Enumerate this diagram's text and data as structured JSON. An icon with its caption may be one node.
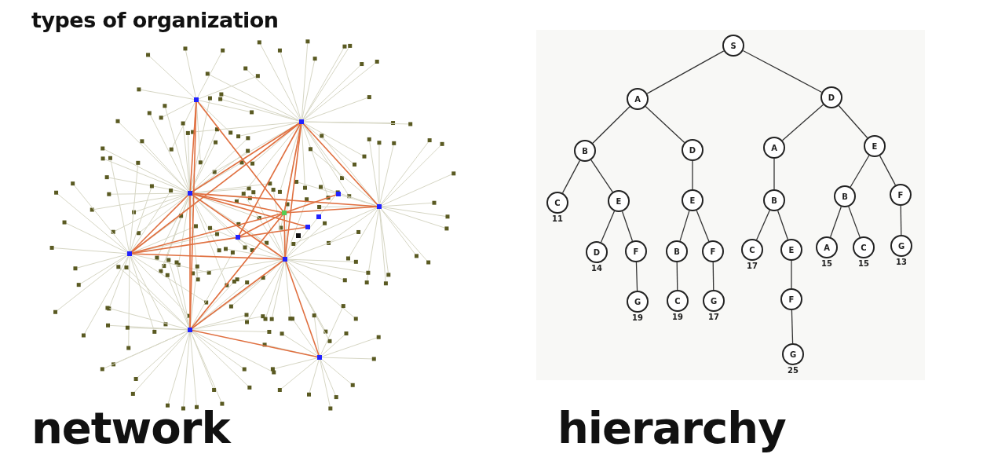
{
  "diagram": {
    "title": "types of organization",
    "nodes": [
      {
        "text": [
          "S"
        ]
      },
      {
        "text": [
          "A"
        ]
      },
      {
        "text": [
          "D"
        ]
      },
      {
        "text": [
          "B"
        ]
      },
      {
        "text": [
          "D"
        ]
      },
      {
        "text": [
          "A"
        ]
      },
      {
        "text": [
          "E"
        ]
      },
      {
        "text": [
          "C"
        ],
        "beside": [
          "11"
        ]
      },
      {
        "text": [
          "E"
        ]
      },
      {
        "text": [
          "E"
        ]
      },
      {
        "text": [
          "B"
        ]
      },
      {
        "text": [
          "B"
        ]
      },
      {
        "text": [
          "F"
        ]
      },
      {
        "text": [
          "D"
        ],
        "beside": [
          "14"
        ]
      },
      {
        "text": [
          "F"
        ]
      },
      {
        "text": [
          "B"
        ]
      },
      {
        "text": [
          "F"
        ]
      },
      {
        "text": [
          "C"
        ],
        "beside": [
          "17"
        ]
      },
      {
        "text": [
          "E"
        ]
      },
      {
        "text": [
          "A"
        ],
        "beside": [
          "15"
        ]
      },
      {
        "text": [
          "C"
        ],
        "beside": [
          "15"
        ]
      },
      {
        "text": [
          "G"
        ],
        "beside": [
          "13"
        ]
      },
      {
        "text": [
          "G"
        ],
        "beside": [
          "19"
        ]
      },
      {
        "text": [
          "C"
        ],
        "beside": [
          "19"
        ]
      },
      {
        "text": [
          "G"
        ],
        "beside": [
          "17"
        ]
      },
      {
        "text": [
          "F"
        ]
      },
      {
        "text": [
          "G"
        ],
        "beside": [
          "25"
        ]
      }
    ],
    "edges": [
      {
        "from": 0,
        "to": 1,
        "arrow": "none"
      },
      {
        "from": 0,
        "to": 2,
        "arrow": "none"
      },
      {
        "from": 1,
        "to": 3,
        "arrow": "none"
      },
      {
        "from": 1,
        "to": 4,
        "arrow": "none"
      },
      {
        "from": 3,
        "to": 7,
        "arrow": "none"
      },
      {
        "from": 3,
        "to": 8,
        "arrow": "none"
      },
      {
        "from": 8,
        "to": 13,
        "arrow": "none"
      },
      {
        "from": 8,
        "to": 14,
        "arrow": "none"
      },
      {
        "from": 14,
        "to": 22,
        "arrow": "none"
      },
      {
        "from": 4,
        "to": 9,
        "arrow": "none"
      },
      {
        "from": 9,
        "to": 15,
        "arrow": "none"
      },
      {
        "from": 9,
        "to": 16,
        "arrow": "none"
      },
      {
        "from": 15,
        "to": 23,
        "arrow": "none"
      },
      {
        "from": 16,
        "to": 24,
        "arrow": "none"
      },
      {
        "from": 2,
        "to": 5,
        "arrow": "none"
      },
      {
        "from": 2,
        "to": 6,
        "arrow": "none"
      },
      {
        "from": 5,
        "to": 10,
        "arrow": "none"
      },
      {
        "from": 10,
        "to": 17,
        "arrow": "none"
      },
      {
        "from": 10,
        "to": 18,
        "arrow": "none"
      },
      {
        "from": 18,
        "to": 25,
        "arrow": "none"
      },
      {
        "from": 25,
        "to": 26,
        "arrow": "none"
      },
      {
        "from": 6,
        "to": 11,
        "arrow": "none"
      },
      {
        "from": 6,
        "to": 12,
        "arrow": "none"
      },
      {
        "from": 11,
        "to": 19,
        "arrow": "none"
      },
      {
        "from": 11,
        "to": 20,
        "arrow": "none"
      },
      {
        "from": 12,
        "to": 21,
        "arrow": "none"
      }
    ],
    "labels": [
      "network",
      "hierarchy"
    ]
  }
}
